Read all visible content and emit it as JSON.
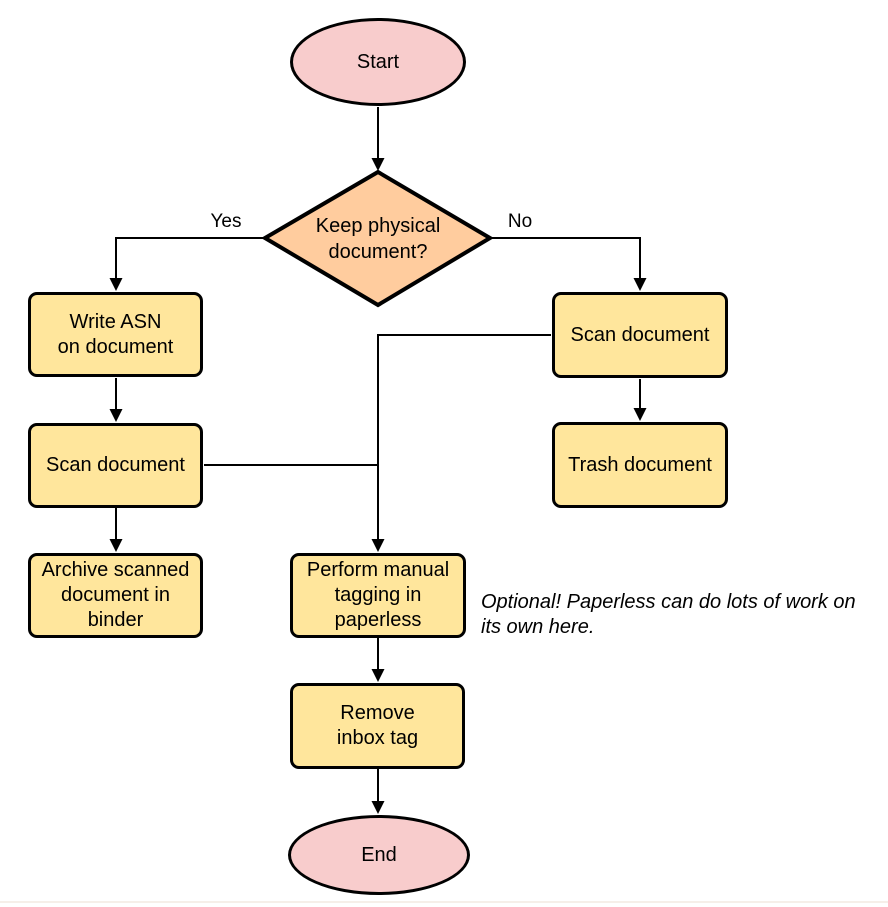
{
  "diagram": {
    "type": "flowchart",
    "background": "#ffffff"
  },
  "colors": {
    "terminal_fill": "#F8CCCC",
    "decision_fill": "#FFCC9E",
    "process_fill": "#FFE69C",
    "stroke": "#000000",
    "line": "#000000",
    "text": "#000000",
    "bottom_rule": "#F6EFE9"
  },
  "nodes": {
    "start": {
      "type": "terminal",
      "label": "Start"
    },
    "decision": {
      "type": "decision",
      "label": "Keep physical\ndocument?"
    },
    "write_asn": {
      "type": "process",
      "label": "Write ASN\non document"
    },
    "scan_left": {
      "type": "process",
      "label": "Scan document"
    },
    "archive": {
      "type": "process",
      "label": "Archive scanned\ndocument in\nbinder"
    },
    "scan_right": {
      "type": "process",
      "label": "Scan document"
    },
    "trash": {
      "type": "process",
      "label": "Trash document"
    },
    "tagging": {
      "type": "process",
      "label": "Perform manual\ntagging in\npaperless"
    },
    "remove_inbox": {
      "type": "process",
      "label": "Remove\ninbox tag"
    },
    "end": {
      "type": "terminal",
      "label": "End"
    }
  },
  "edge_labels": {
    "yes": "Yes",
    "no": "No"
  },
  "edges": [
    {
      "from": "start",
      "to": "decision",
      "label": ""
    },
    {
      "from": "decision",
      "to": "write_asn",
      "label": "Yes"
    },
    {
      "from": "decision",
      "to": "scan_right",
      "label": "No"
    },
    {
      "from": "write_asn",
      "to": "scan_left",
      "label": ""
    },
    {
      "from": "scan_left",
      "to": "archive",
      "label": ""
    },
    {
      "from": "scan_right",
      "to": "trash",
      "label": ""
    },
    {
      "from": "scan_left",
      "to": "tagging",
      "label": ""
    },
    {
      "from": "scan_right",
      "to": "tagging",
      "label": ""
    },
    {
      "from": "tagging",
      "to": "remove_inbox",
      "label": ""
    },
    {
      "from": "remove_inbox",
      "to": "end",
      "label": ""
    }
  ],
  "annotation": {
    "text": "Optional! Paperless can do lots of work on\nits own here."
  }
}
